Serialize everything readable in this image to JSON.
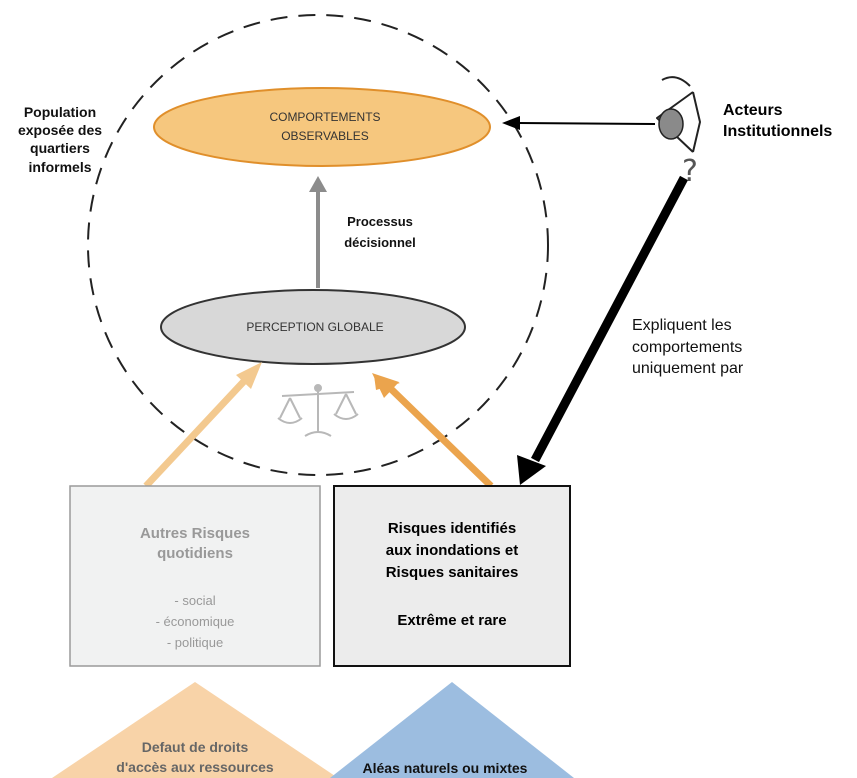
{
  "population_label": "Population exposée des quartiers informels",
  "comportements": {
    "line1": "COMPORTEMENTS",
    "line2": "OBSERVABLES"
  },
  "perception": "PERCEPTION GLOBALE",
  "processus": {
    "line1": "Processus",
    "line2": "décisionnel"
  },
  "acteurs": {
    "line1": "Acteurs",
    "line2": "Institutionnels"
  },
  "question_mark": "?",
  "expliquent": {
    "line1": "Expliquent les",
    "line2": "comportements",
    "line3": "uniquement par"
  },
  "autres_risques": {
    "title1": "Autres Risques",
    "title2": "quotidiens",
    "items": [
      "- social",
      "- économique",
      "- politique"
    ]
  },
  "risques_identifies": {
    "line1": "Risques identifiés",
    "line2": "aux inondations et",
    "line3": "Risques sanitaires",
    "sub": "Extrême et rare"
  },
  "defaut": {
    "line1": "Defaut de droits",
    "line2": "d'accès aux ressources"
  },
  "aleas": "Aléas naturels ou mixtes",
  "colors": {
    "orange_fill": "#f6c77e",
    "orange_stroke": "#e79a3b",
    "light_orange_arrow": "#f3c98f",
    "orange_arrow": "#eba44d",
    "grey_fill": "#d8d8d8",
    "grey_box": "#f1f2f2",
    "blue_triangle": "#9cbde0",
    "peach_triangle": "#f8d3a8"
  },
  "icons": [
    "eye-icon",
    "balance-scale-icon"
  ]
}
